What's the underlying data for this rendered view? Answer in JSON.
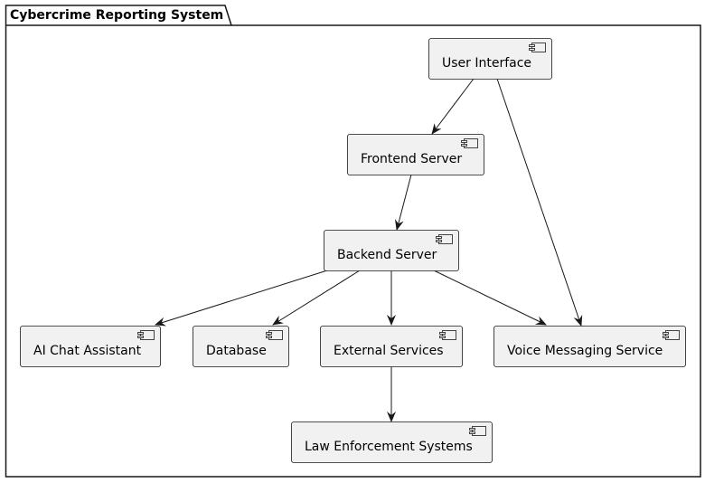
{
  "package": {
    "title": "Cybercrime Reporting System"
  },
  "components": [
    {
      "id": "ui",
      "label": "User Interface"
    },
    {
      "id": "frontend",
      "label": "Frontend Server"
    },
    {
      "id": "backend",
      "label": "Backend Server"
    },
    {
      "id": "ai",
      "label": "AI Chat Assistant"
    },
    {
      "id": "db",
      "label": "Database"
    },
    {
      "id": "ext",
      "label": "External Services"
    },
    {
      "id": "voice",
      "label": "Voice Messaging Service"
    },
    {
      "id": "law",
      "label": "Law Enforcement Systems"
    }
  ],
  "relations": [
    {
      "from": "ui",
      "to": "frontend"
    },
    {
      "from": "ui",
      "to": "voice"
    },
    {
      "from": "frontend",
      "to": "backend"
    },
    {
      "from": "backend",
      "to": "ai"
    },
    {
      "from": "backend",
      "to": "db"
    },
    {
      "from": "backend",
      "to": "ext"
    },
    {
      "from": "backend",
      "to": "voice"
    },
    {
      "from": "ext",
      "to": "law"
    }
  ],
  "colors": {
    "component_fill": "#f1f1f1",
    "stroke": "#181818",
    "background": "#ffffff"
  }
}
